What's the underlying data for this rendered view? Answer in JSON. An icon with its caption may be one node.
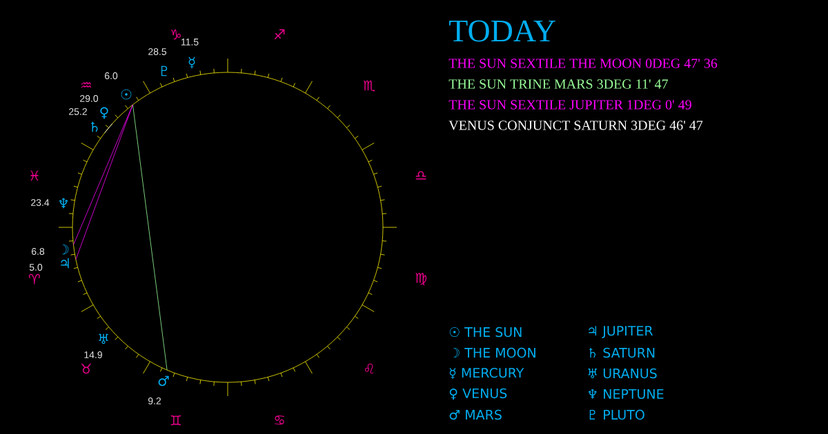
{
  "diagram": {
    "title": "TODAY",
    "nodes": [
      {
        "text": [
          "☉"
        ],
        "beside": [
          "6.0"
        ]
      },
      {
        "text": [
          "☽"
        ],
        "beside": [
          "6.8"
        ]
      },
      {
        "text": [
          "☿"
        ],
        "beside": [
          "11.5"
        ]
      },
      {
        "text": [
          "♀"
        ],
        "beside": [
          "29.0"
        ]
      },
      {
        "text": [
          "♂"
        ],
        "beside": [
          "9.2"
        ]
      },
      {
        "text": [
          "♃"
        ],
        "beside": [
          "5.0"
        ]
      },
      {
        "text": [
          "♄"
        ],
        "beside": [
          "25.2"
        ]
      },
      {
        "text": [
          "♅"
        ],
        "beside": [
          "14.9"
        ]
      },
      {
        "text": [
          "♆"
        ],
        "beside": [
          "23.4"
        ]
      },
      {
        "text": [
          "♇"
        ],
        "beside": [
          "28.5"
        ]
      }
    ],
    "edges": [
      {
        "from": 0,
        "to": 1,
        "arrow": "none"
      },
      {
        "from": 0,
        "to": 4,
        "arrow": "none",
        "color": "#99ff99"
      },
      {
        "from": 0,
        "to": 5,
        "arrow": "none"
      },
      {
        "from": 3,
        "to": 6,
        "arrow": "none",
        "color": "#ffffff"
      }
    ],
    "labels": [
      "THE SUN SEXTILE THE MOON 0DEG 47' 36",
      "THE SUN TRINE MARS 3DEG 11' 47",
      "THE SUN SEXTILE JUPITER 1DEG 0' 49",
      "VENUS CONJUNCT SATURN 3DEG 46' 47",
      "♈",
      "♉",
      "♊",
      "♋",
      "♌",
      "♍",
      "♎",
      "♏",
      "♐",
      "♑",
      "♒",
      "♓"
    ],
    "legend": [
      {
        "text": "☉ THE SUN"
      },
      {
        "text": "☽ THE MOON"
      },
      {
        "text": "☿ MERCURY"
      },
      {
        "text": "♀ VENUS"
      },
      {
        "text": "♂ MARS"
      },
      {
        "text": "♃ JUPITER"
      },
      {
        "text": "♄ SATURN"
      },
      {
        "text": "♅ URANUS"
      },
      {
        "text": "♆ NEPTUNE"
      },
      {
        "text": "♇ PLUTO"
      }
    ]
  }
}
